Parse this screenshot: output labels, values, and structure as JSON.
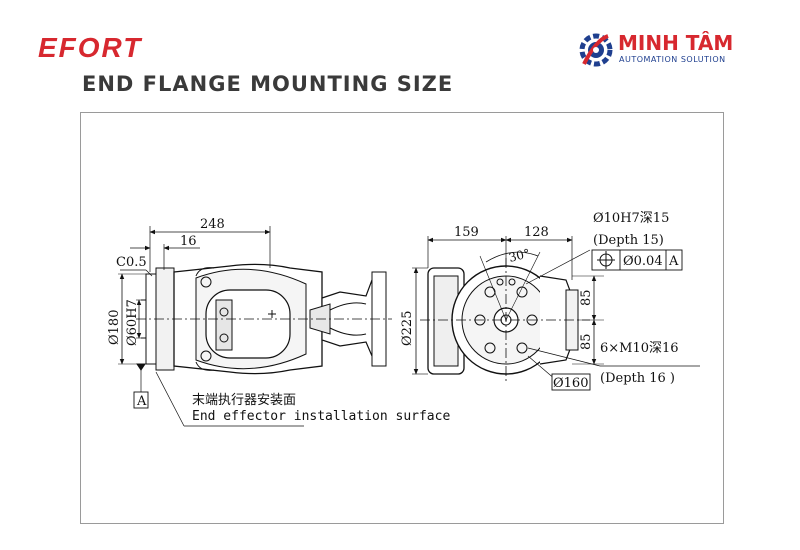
{
  "header": {
    "brand": "EFORT",
    "title": "END FLANGE MOUNTING SIZE",
    "logo_name": "MINH TÂM",
    "logo_sub": "AUTOMATION SOLUTION"
  },
  "colors": {
    "brand_red": "#d7282f",
    "logo_blue": "#1f3f8f",
    "title_gray": "#3a3a3a"
  },
  "side_view": {
    "dim_overall": "248",
    "dim_offset": "16",
    "chamfer": "C0.5",
    "dia_outer": "Ø180",
    "dia_bore": "Ø60H7",
    "datum": "A",
    "label_cn": "末端执行器安装面",
    "label_en": "End effector installation surface"
  },
  "top_view": {
    "dim_left": "159",
    "dim_right": "128",
    "angle": "30°",
    "pin_hole": "Ø10H7深15",
    "pin_depth": "(Depth 15)",
    "tol_value": "Ø0.04",
    "tol_datum": "A",
    "dia_body": "Ø225",
    "dim_pitch_top": "85",
    "dim_pitch_bottom": "85",
    "thread_holes": "6×M10深16",
    "thread_depth": "(Depth 16 )",
    "dia_pcd": "Ø160"
  }
}
